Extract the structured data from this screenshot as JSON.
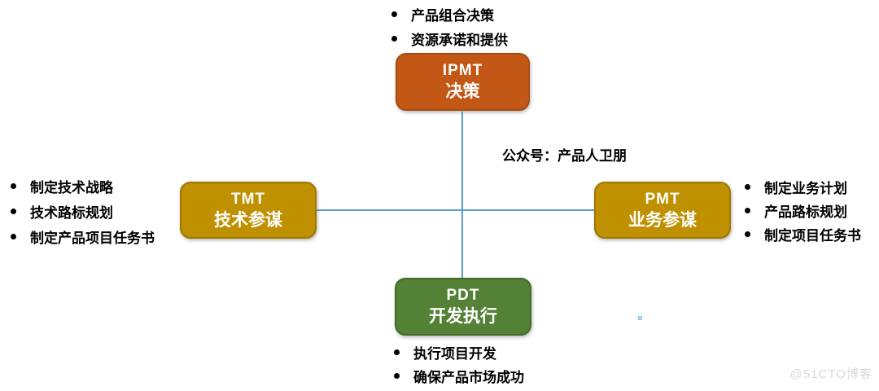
{
  "page": {
    "background": "#FFFFFF"
  },
  "watermark": {
    "text": "@51CTO博客",
    "color": "#D9D9D9"
  },
  "diagram": {
    "center_label": "公众号：产品人卫朋",
    "connector_color": "#5B9BD5",
    "nodes": {
      "ipmt": {
        "acronym": "IPMT",
        "role": "决策",
        "fill": "#C25716",
        "border": "#A64B10",
        "duties": [
          "产品组合决策",
          "资源承诺和提供"
        ]
      },
      "tmt": {
        "acronym": "TMT",
        "role": "技术参谋",
        "fill": "#BF9000",
        "border": "#9D7700",
        "duties": [
          "制定技术战略",
          "技术路标规划",
          "制定产品项目任务书"
        ]
      },
      "pmt": {
        "acronym": "PMT",
        "role": "业务参谋",
        "fill": "#BF9000",
        "border": "#9D7700",
        "duties": [
          "制定业务计划",
          "产品路标规划",
          "制定项目任务书"
        ]
      },
      "pdt": {
        "acronym": "PDT",
        "role": "开发执行",
        "fill": "#538135",
        "border": "#446929",
        "duties": [
          "执行项目开发",
          "确保产品市场成功"
        ]
      }
    }
  }
}
